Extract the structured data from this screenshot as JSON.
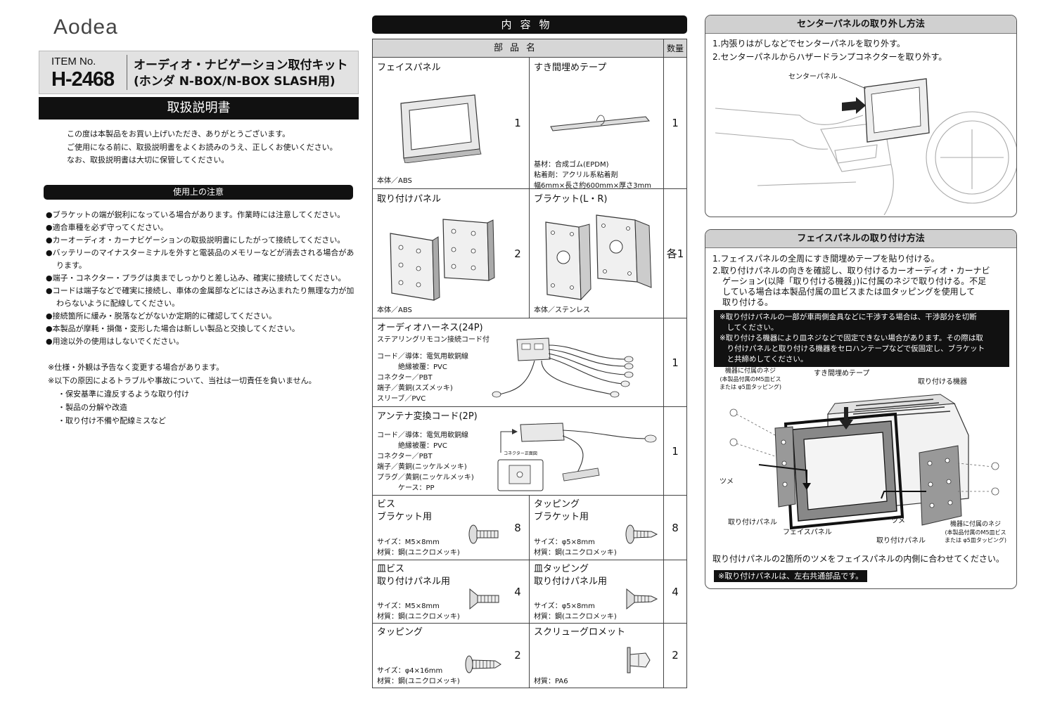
{
  "brand": "Aodea",
  "item": {
    "label": "ITEM No.",
    "number": "H-2468",
    "title_line1": "オーディオ・ナビゲーション取付キット",
    "title_line2": "(ホンダ N-BOX/N-BOX SLASH用)"
  },
  "manual_title": "取扱説明書",
  "intro": [
    "この度は本製品をお買い上げいただき、ありがとうございます。",
    "ご使用になる前に、取扱説明書をよくお読みのうえ、正しくお使いください。",
    "なお、取扱説明書は大切に保管してください。"
  ],
  "cautions": {
    "heading": "使用上の注意",
    "items": [
      "●ブラケットの端が鋭利になっている場合があります。作業時には注意してください。",
      "●適合車種を必ず守ってください。",
      "●カーオーディオ・カーナビゲーションの取扱説明書にしたがって接続してください。",
      "●バッテリーのマイナスターミナルを外すと電装品のメモリーなどが消去される場合があります。",
      "●端子・コネクター・プラグは奥までしっかりと差し込み、確実に接続してください。",
      "●コードは端子などで確実に接続し、車体の金属部などにはさみ込まれたり無理な力が加わらないように配線してください。",
      "●接続箇所に緩み・脱落などがないか定期的に確認してください。",
      "●本製品が摩耗・損傷・変形した場合は新しい製品と交換してください。",
      "●用途以外の使用はしないでください。"
    ]
  },
  "notes": [
    "※仕様・外観は予告なく変更する場合があります。",
    "※以下の原因によるトラブルや事故について、当社は一切責任を負いません。"
  ],
  "note_subs": [
    "・保安基準に違反するような取り付け",
    "・製品の分解や改造",
    "・取り付け不備や配線ミスなど"
  ],
  "contents": {
    "heading": "内容物",
    "col_parts": "部品名",
    "col_qty": "数量",
    "face_panel": {
      "name": "フェイスパネル",
      "material": "本体／ABS",
      "qty": "1"
    },
    "tape": {
      "name": "すき間埋めテープ",
      "spec1": "基材：合成ゴム(EPDM)",
      "spec2": "粘着剤：アクリル系粘着剤",
      "spec3": "幅6mm×長さ約600mm×厚さ3mm",
      "qty": "1"
    },
    "mount_panel": {
      "name": "取り付けパネル",
      "material": "本体／ABS",
      "qty": "2"
    },
    "bracket": {
      "name": "ブラケット(L・R)",
      "material": "本体／ステンレス",
      "qty": "各1"
    },
    "harness": {
      "name": "オーディオハーネス(24P)",
      "sub": "ステアリングリモコン接続コード付",
      "specs": [
        "コード／導体：電気用軟銅線",
        "　　　絶縁被覆：PVC",
        "コネクター／PBT",
        "端子／黄銅(スズメッキ)",
        "スリーブ／PVC"
      ],
      "qty": "1"
    },
    "antenna": {
      "name": "アンテナ変換コード(2P)",
      "specs": [
        "コード／導体：電気用軟銅線",
        "　　　絶縁被覆：PVC",
        "コネクター／PBT",
        "端子／黄銅(ニッケルメッキ)",
        "プラグ／黄銅(ニッケルメッキ)",
        "　　　ケース：PP"
      ],
      "connector_view": "コネクター正面図",
      "qty": "1"
    },
    "screw_bracket": {
      "name1": "ビス",
      "name2": "ブラケット用",
      "size": "サイズ：M5×8mm",
      "material": "材質：鋼(ユニクロメッキ)",
      "qty": "8"
    },
    "tap_bracket": {
      "name1": "タッピング",
      "name2": "ブラケット用",
      "size": "サイズ：φ5×8mm",
      "material": "材質：鋼(ユニクロメッキ)",
      "qty": "8"
    },
    "flat_screw": {
      "name1": "皿ビス",
      "name2": "取り付けパネル用",
      "size": "サイズ：M5×8mm",
      "material": "材質：鋼(ユニクロメッキ)",
      "qty": "4"
    },
    "flat_tap": {
      "name1": "皿タッピング",
      "name2": "取り付けパネル用",
      "size": "サイズ：φ5×8mm",
      "material": "材質：鋼(ユニクロメッキ)",
      "qty": "4"
    },
    "tapping": {
      "name": "タッピング",
      "size": "サイズ：φ4×16mm",
      "material": "材質：鋼(ユニクロメッキ)",
      "qty": "2"
    },
    "grommet": {
      "name": "スクリューグロメット",
      "material": "材質：PA6",
      "qty": "2"
    }
  },
  "center_panel": {
    "heading": "センターパネルの取り外し方法",
    "steps": [
      "1.内張りはがしなどでセンターパネルを取り外す。",
      "2.センターパネルからハザードランプコネクターを取り外す。"
    ],
    "label": "センターパネル"
  },
  "face_install": {
    "heading": "フェイスパネルの取り付け方法",
    "step1": "1.フェイスパネルの全周にすき間埋めテープを貼り付ける。",
    "step2": [
      "2.取り付けパネルの向きを確認し、取り付けるカーオーディオ・カーナビ",
      "ゲーション(以降「取り付ける機器」)に付属のネジで取り付ける。不足",
      "している場合は本製品付属の皿ビスまたは皿タッピングを使用して",
      "取り付ける。"
    ],
    "warn": [
      "※取り付けパネルの一部が車両側金具などに干渉する場合は、干渉部分を切断",
      "　してください。",
      "※取り付ける機器により皿ネジなどで固定できない場合があります。その際は取",
      "　り付けパネルと取り付ける機器をセロハンテープなどで仮固定し、ブラケット",
      "　と共締めしてください。"
    ],
    "labels": {
      "screw_left": [
        "機器に付属のネジ",
        "(本製品付属のM5皿ビス",
        "または φ5皿タッピング)"
      ],
      "tape": "すき間埋めテープ",
      "device": "取り付ける機器",
      "tsume_left": "ツメ",
      "panel_left": "取り付けパネル",
      "face": "フェイスパネル",
      "tsume_right": "ツメ",
      "panel_right": "取り付けパネル",
      "screw_right": [
        "機器に付属のネジ",
        "(本製品付属のM5皿ビス",
        "または φ5皿タッピング)"
      ]
    },
    "footer": "取り付けパネルの2箇所のツメをフェイスパネルの内側に合わせてください。",
    "footnote": "※取り付けパネルは、左右共通部品です。"
  }
}
